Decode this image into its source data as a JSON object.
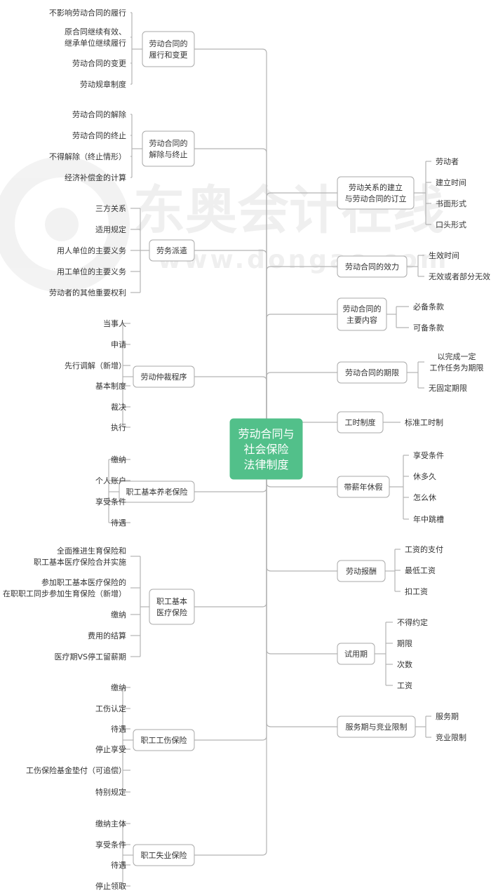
{
  "watermark": {
    "brand": "东奥会计在线",
    "url": "www.dongao.com"
  },
  "root": {
    "lines": [
      "劳动合同与",
      "社会保险",
      "法律制度"
    ],
    "color": "#52c08a"
  },
  "colors": {
    "line": "#b3b3b3",
    "box_border": "#aaaaaa",
    "text": "#333333",
    "root_fill": "#52c08a",
    "root_text": "#ffffff"
  },
  "left_branches": [
    {
      "lines": [
        "劳动合同的",
        "履行和变更"
      ],
      "leaves": [
        {
          "lines": [
            "不影响劳动合同的履行"
          ]
        },
        {
          "lines": [
            "原合同继续有效、",
            "继承单位继续履行"
          ]
        },
        {
          "lines": [
            "劳动合同的变更"
          ]
        },
        {
          "lines": [
            "劳动规章制度"
          ]
        }
      ]
    },
    {
      "lines": [
        "劳动合同的",
        "解除与终止"
      ],
      "leaves": [
        {
          "lines": [
            "劳动合同的解除"
          ]
        },
        {
          "lines": [
            "劳动合同的终止"
          ]
        },
        {
          "lines": [
            "不得解除（终止情形）"
          ]
        },
        {
          "lines": [
            "经济补偿金的计算"
          ]
        }
      ]
    },
    {
      "lines": [
        "劳务派遣"
      ],
      "leaves": [
        {
          "lines": [
            "三方关系"
          ]
        },
        {
          "lines": [
            "适用规定"
          ]
        },
        {
          "lines": [
            "用人单位的主要义务"
          ]
        },
        {
          "lines": [
            "用工单位的主要义务"
          ]
        },
        {
          "lines": [
            "劳动者的其他重要权利"
          ]
        }
      ]
    },
    {
      "lines": [
        "劳动仲裁程序"
      ],
      "leaves": [
        {
          "lines": [
            "当事人"
          ]
        },
        {
          "lines": [
            "申请"
          ]
        },
        {
          "lines": [
            "先行调解（新增）"
          ]
        },
        {
          "lines": [
            "基本制度"
          ]
        },
        {
          "lines": [
            "裁决"
          ]
        },
        {
          "lines": [
            "执行"
          ]
        }
      ]
    },
    {
      "lines": [
        "职工基本养老保险"
      ],
      "leaves": [
        {
          "lines": [
            "缴纳"
          ]
        },
        {
          "lines": [
            "个人账户"
          ]
        },
        {
          "lines": [
            "享受条件"
          ]
        },
        {
          "lines": [
            "待遇"
          ]
        }
      ]
    },
    {
      "lines": [
        "职工基本",
        "医疗保险"
      ],
      "leaves": [
        {
          "lines": [
            "全面推进生育保险和",
            "职工基本医疗保险合并实施"
          ]
        },
        {
          "lines": [
            "参加职工基本医疗保险的",
            "在职职工同步参加生育保险（新增）"
          ]
        },
        {
          "lines": [
            "缴纳"
          ]
        },
        {
          "lines": [
            "费用的结算"
          ]
        },
        {
          "lines": [
            "医疗期VS停工留薪期"
          ]
        }
      ]
    },
    {
      "lines": [
        "职工工伤保险"
      ],
      "leaves": [
        {
          "lines": [
            "缴纳"
          ]
        },
        {
          "lines": [
            "工伤认定"
          ]
        },
        {
          "lines": [
            "待遇"
          ]
        },
        {
          "lines": [
            "停止享受"
          ]
        },
        {
          "lines": [
            "工伤保险基金垫付（可追偿）"
          ]
        },
        {
          "lines": [
            "特别规定"
          ]
        }
      ]
    },
    {
      "lines": [
        "职工失业保险"
      ],
      "leaves": [
        {
          "lines": [
            "缴纳主体"
          ]
        },
        {
          "lines": [
            "享受条件"
          ]
        },
        {
          "lines": [
            "待遇"
          ]
        },
        {
          "lines": [
            "停止领取"
          ]
        }
      ]
    }
  ],
  "right_branches": [
    {
      "lines": [
        "劳动关系的建立",
        "与劳动合同的订立"
      ],
      "leaves": [
        {
          "lines": [
            "劳动者"
          ]
        },
        {
          "lines": [
            "建立时间"
          ]
        },
        {
          "lines": [
            "书面形式"
          ]
        },
        {
          "lines": [
            "口头形式"
          ]
        }
      ]
    },
    {
      "lines": [
        "劳动合同的效力"
      ],
      "leaves": [
        {
          "lines": [
            "生效时间"
          ]
        },
        {
          "lines": [
            "无效或者部分无效"
          ]
        }
      ]
    },
    {
      "lines": [
        "劳动合同的",
        "主要内容"
      ],
      "leaves": [
        {
          "lines": [
            "必备条款"
          ]
        },
        {
          "lines": [
            "可备条款"
          ]
        }
      ]
    },
    {
      "lines": [
        "劳动合同的期限"
      ],
      "leaves": [
        {
          "lines": [
            "以完成一定",
            "工作任务为期限"
          ]
        },
        {
          "lines": [
            "无固定期限"
          ]
        }
      ]
    },
    {
      "lines": [
        "工时制度"
      ],
      "leaves": [
        {
          "lines": [
            "标准工时制"
          ]
        }
      ]
    },
    {
      "lines": [
        "带薪年休假"
      ],
      "leaves": [
        {
          "lines": [
            "享受条件"
          ]
        },
        {
          "lines": [
            "休多久"
          ]
        },
        {
          "lines": [
            "怎么休"
          ]
        },
        {
          "lines": [
            "年中跳槽"
          ]
        }
      ]
    },
    {
      "lines": [
        "劳动报酬"
      ],
      "leaves": [
        {
          "lines": [
            "工资的支付"
          ]
        },
        {
          "lines": [
            "最低工资"
          ]
        },
        {
          "lines": [
            "扣工资"
          ]
        }
      ]
    },
    {
      "lines": [
        "试用期"
      ],
      "leaves": [
        {
          "lines": [
            "不得约定"
          ]
        },
        {
          "lines": [
            "期限"
          ]
        },
        {
          "lines": [
            "次数"
          ]
        },
        {
          "lines": [
            "工资"
          ]
        }
      ]
    },
    {
      "lines": [
        "服务期与竞业限制"
      ],
      "leaves": [
        {
          "lines": [
            "服务期"
          ]
        },
        {
          "lines": [
            "竞业限制"
          ]
        }
      ]
    }
  ]
}
